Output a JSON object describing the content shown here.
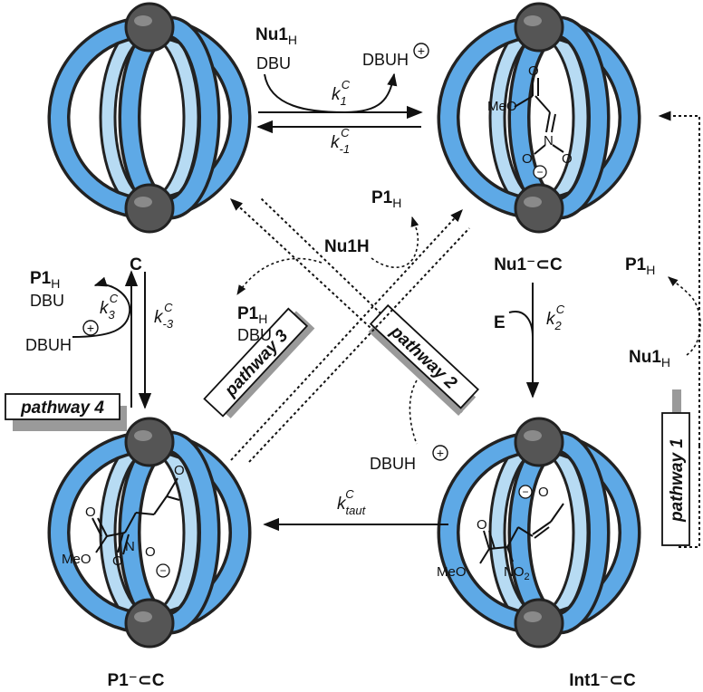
{
  "rings": {
    "top_left": "C",
    "top_right": "Nu1⁻⊂C",
    "bottom_right": "Int1⁻⊂C",
    "bottom_left": "P1⁻⊂C"
  },
  "pathways": [
    "pathway 1",
    "pathway 2",
    "pathway 3",
    "pathway 4"
  ],
  "reagents": {
    "nu1h": "Nu1",
    "nu1h_sub": "H",
    "nu1h_plain": "Nu1H",
    "dbu": "DBU",
    "dbuh": "DBUH",
    "p1h": "P1",
    "p1h_sub": "H",
    "e": "E",
    "plus": "+",
    "minus": "−"
  },
  "rates": {
    "k": "k",
    "c": "C",
    "k1_sub": "1",
    "km1_sub": "-1",
    "k2_sub": "2",
    "k3_sub": "3",
    "km3_sub": "-3",
    "ktaut_sub": "taut"
  },
  "molecules": {
    "meo": "MeO",
    "o": "O",
    "n": "N",
    "no2": "NO",
    "no2_sub": "2"
  },
  "colors": {
    "ring_blue": "#5ea9e6",
    "ring_light": "#b7dbf3",
    "stopper": "#555555",
    "shadow": "#9a9a9a"
  }
}
